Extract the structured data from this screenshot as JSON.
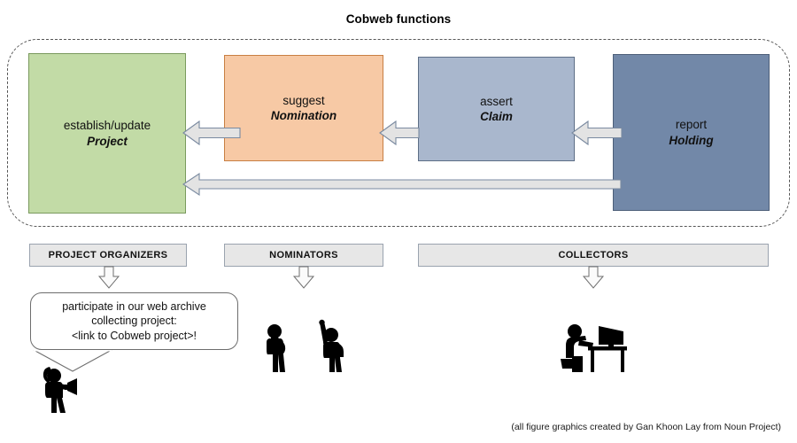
{
  "diagram": {
    "title": "Cobweb functions",
    "credit": "(all figure graphics created by Gan Khoon Lay from Noun Project)"
  },
  "function_boxes": [
    {
      "id": "project",
      "verb": "establish/update",
      "entity": "Project",
      "color": "#c2dba6",
      "border_color": "#7a9a5e"
    },
    {
      "id": "nomination",
      "verb": "suggest",
      "entity": "Nomination",
      "color": "#f7c9a5",
      "border_color": "#c87f43"
    },
    {
      "id": "claim",
      "verb": "assert",
      "entity": "Claim",
      "color": "#a9b7cd",
      "border_color": "#5d6e86"
    },
    {
      "id": "holding",
      "verb": "report",
      "entity": "Holding",
      "color": "#7288a8",
      "border_color": "#4d5f79"
    }
  ],
  "flow_arrows": [
    {
      "id": "nomination-to-project",
      "direction": "left"
    },
    {
      "id": "claim-to-nomination",
      "direction": "left"
    },
    {
      "id": "holding-to-claim",
      "direction": "left"
    },
    {
      "id": "holding-to-project",
      "direction": "left"
    }
  ],
  "role_bars": [
    {
      "id": "organizers",
      "label": "PROJECT ORGANIZERS"
    },
    {
      "id": "nominators",
      "label": "NOMINATORS"
    },
    {
      "id": "collectors",
      "label": "COLLECTORS"
    }
  ],
  "speech_bubble": {
    "line1": "participate in our web archive",
    "line2": "collecting project:",
    "line3": "<link to Cobweb project>!"
  },
  "figures": [
    {
      "id": "megaphone",
      "name": "person-with-megaphone-icon"
    },
    {
      "id": "nominator-1",
      "name": "person-thinking-icon"
    },
    {
      "id": "nominator-2",
      "name": "person-raising-hand-icon"
    },
    {
      "id": "collector",
      "name": "person-at-computer-desk-icon"
    }
  ],
  "colors": {
    "arrow_fill": "#e3e3e3",
    "arrow_stroke": "#7a8aa0",
    "bar_fill": "#e7e7e7",
    "bar_stroke": "#9aa3af",
    "dashed_stroke": "#555555",
    "figure_fill": "#000000"
  }
}
